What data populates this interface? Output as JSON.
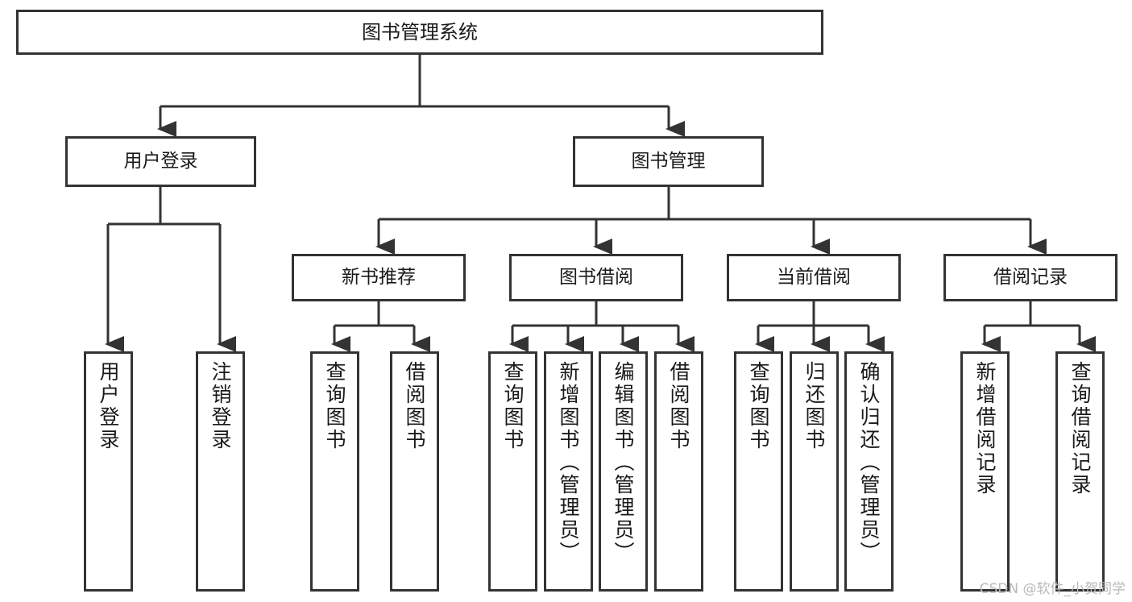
{
  "diagram": {
    "title": "图书管理系统",
    "orientation": "top-down-tree",
    "style": {
      "box_border_color": "#333333",
      "box_fill_color": "#ffffff",
      "edge_color": "#333333",
      "text_color": "#1a1a1a",
      "background": "#ffffff"
    },
    "root": {
      "id": "root",
      "label": "图书管理系统"
    },
    "level1": [
      {
        "id": "user-login",
        "label": "用户登录"
      },
      {
        "id": "book-management",
        "label": "图书管理"
      }
    ],
    "level2": [
      {
        "id": "new-book-recommend",
        "label": "新书推荐",
        "parent": "book-management"
      },
      {
        "id": "book-borrow",
        "label": "图书借阅",
        "parent": "book-management"
      },
      {
        "id": "current-borrow",
        "label": "当前借阅",
        "parent": "book-management"
      },
      {
        "id": "borrow-record",
        "label": "借阅记录",
        "parent": "book-management"
      }
    ],
    "leaves": [
      {
        "id": "leaf-user-login",
        "label": "用户登录",
        "parent": "user-login"
      },
      {
        "id": "leaf-logout-login",
        "label": "注销登录",
        "parent": "user-login"
      },
      {
        "id": "leaf-query-book-1",
        "label": "查询图书",
        "parent": "new-book-recommend"
      },
      {
        "id": "leaf-borrow-book-1",
        "label": "借阅图书",
        "parent": "new-book-recommend"
      },
      {
        "id": "leaf-query-book-2",
        "label": "查询图书",
        "parent": "book-borrow"
      },
      {
        "id": "leaf-add-book",
        "label": "新增图书（管理员）",
        "parent": "book-borrow"
      },
      {
        "id": "leaf-edit-book",
        "label": "编辑图书（管理员）",
        "parent": "book-borrow"
      },
      {
        "id": "leaf-borrow-book-2",
        "label": "借阅图书",
        "parent": "book-borrow"
      },
      {
        "id": "leaf-query-book-3",
        "label": "查询图书",
        "parent": "current-borrow"
      },
      {
        "id": "leaf-return-book",
        "label": "归还图书",
        "parent": "current-borrow"
      },
      {
        "id": "leaf-confirm-return",
        "label": "确认归还（管理员）",
        "parent": "current-borrow"
      },
      {
        "id": "leaf-add-record",
        "label": "新增借阅记录",
        "parent": "borrow-record"
      },
      {
        "id": "leaf-query-record",
        "label": "查询借阅记录",
        "parent": "borrow-record"
      }
    ]
  },
  "watermark": {
    "text": "CSDN @软件_小贺同学"
  }
}
